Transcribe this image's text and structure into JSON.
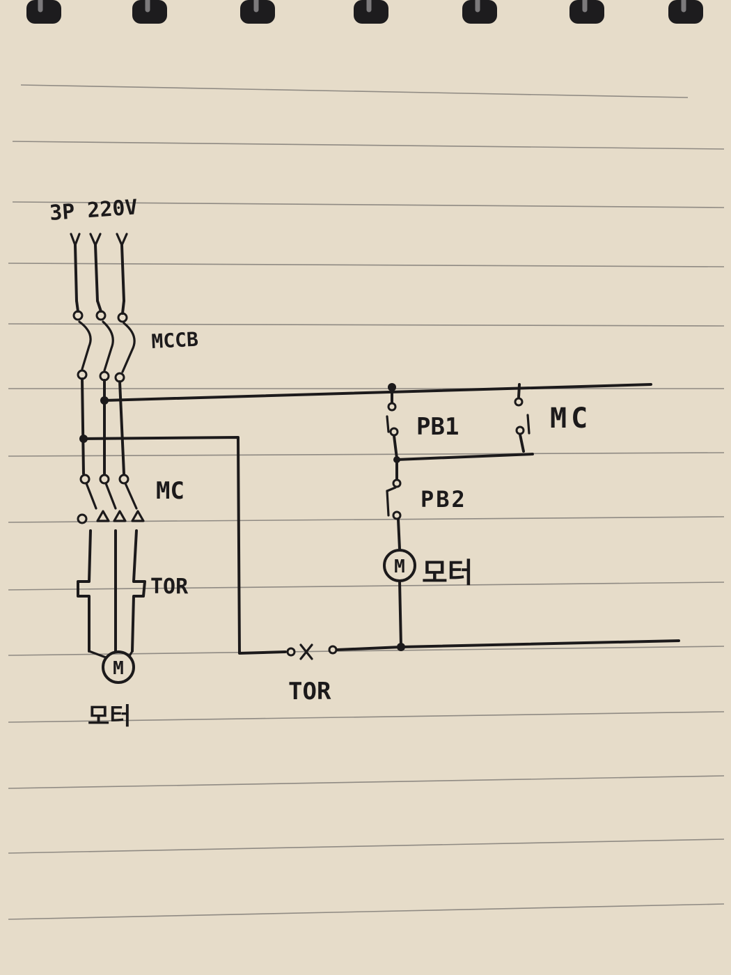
{
  "diagram": {
    "supply_label": "3P 220V",
    "mccb_label": "MCCB",
    "mc_main_label": "MC",
    "tor_main_label": "TOR",
    "motor_main_symbol": "M",
    "motor_main_caption": "모터",
    "pb1_label": "PB1",
    "mc_aux_label": "MC",
    "pb2_label": "PB2",
    "coil_symbol": "M",
    "coil_caption": "모터",
    "tor_aux_label": "TOR"
  }
}
